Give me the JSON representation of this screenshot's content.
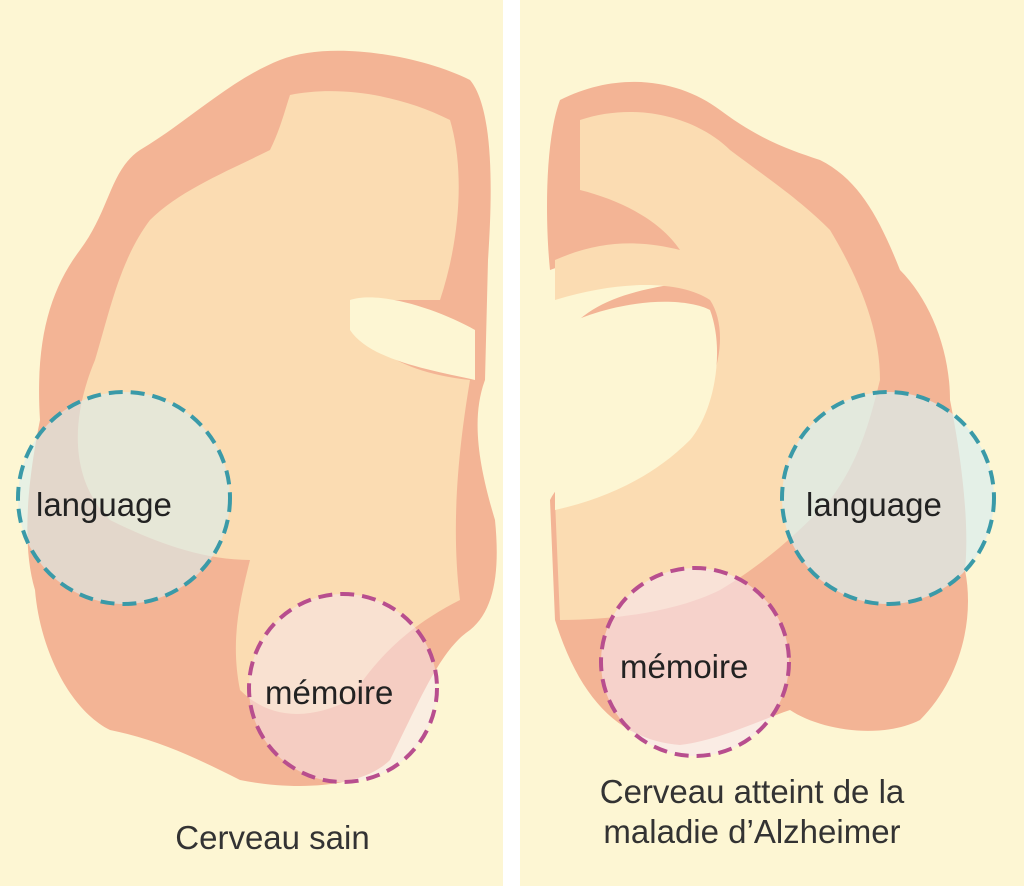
{
  "healthy": {
    "caption": "Cerveau sain",
    "language_label": "language",
    "memory_label": "mémoire"
  },
  "alzheimer": {
    "caption_line1": "Cerveau atteint de la",
    "caption_line2": "maladie d’Alzheimer",
    "language_label": "language",
    "memory_label": "mémoire"
  },
  "colors": {
    "background": "#fdf6d3",
    "cortex": "#f3b495",
    "white_matter": "#fbdcb2",
    "language_circle": "#3a9aa8",
    "memory_circle": "#b84e8e"
  }
}
